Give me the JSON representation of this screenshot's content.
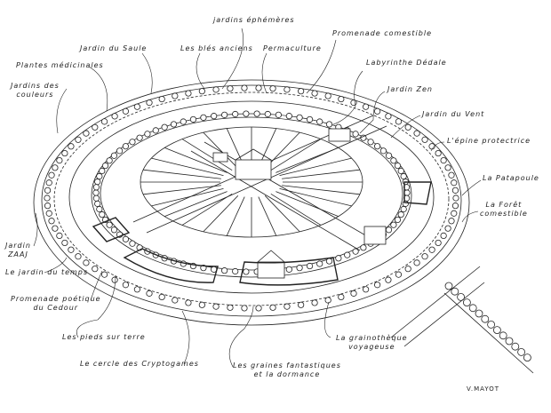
{
  "labels": {
    "jardins_ephemeres": "jardins éphémères",
    "jardin_saule": "Jardin du Saule",
    "bles_anciens": "Les blés anciens",
    "permaculture": "Permaculture",
    "promenade_comestible": "Promenade comestible",
    "plantes_medicinales": "Plantes médicinales",
    "labyrinthe": "Labyrinthe Dédale",
    "jardins_couleurs_1": "Jardins des",
    "jardins_couleurs_2": "couleurs",
    "jardin_zen": "Jardin Zen",
    "jardin_vent": "Jardin du Vent",
    "epine": "L'épine protectrice",
    "patapoule": "La Patapoule",
    "foret_1": "La Forêt",
    "foret_2": "comestible",
    "zaaj_1": "Jardin",
    "zaaj_2": "ZAAJ",
    "jardin_temps": "Le jardin du temps",
    "promenade_poetique_1": "Promenade poétique",
    "promenade_poetique_2": "du Cedour",
    "pieds_terre": "Les pieds sur terre",
    "cryptogames": "Le cercle des Cryptogames",
    "graines_1": "Les graines fantastiques",
    "graines_2": "et la dormance",
    "grainotheque_1": "La grainothèque",
    "grainotheque_2": "voyageuse"
  },
  "signature": "V.MAYOT"
}
